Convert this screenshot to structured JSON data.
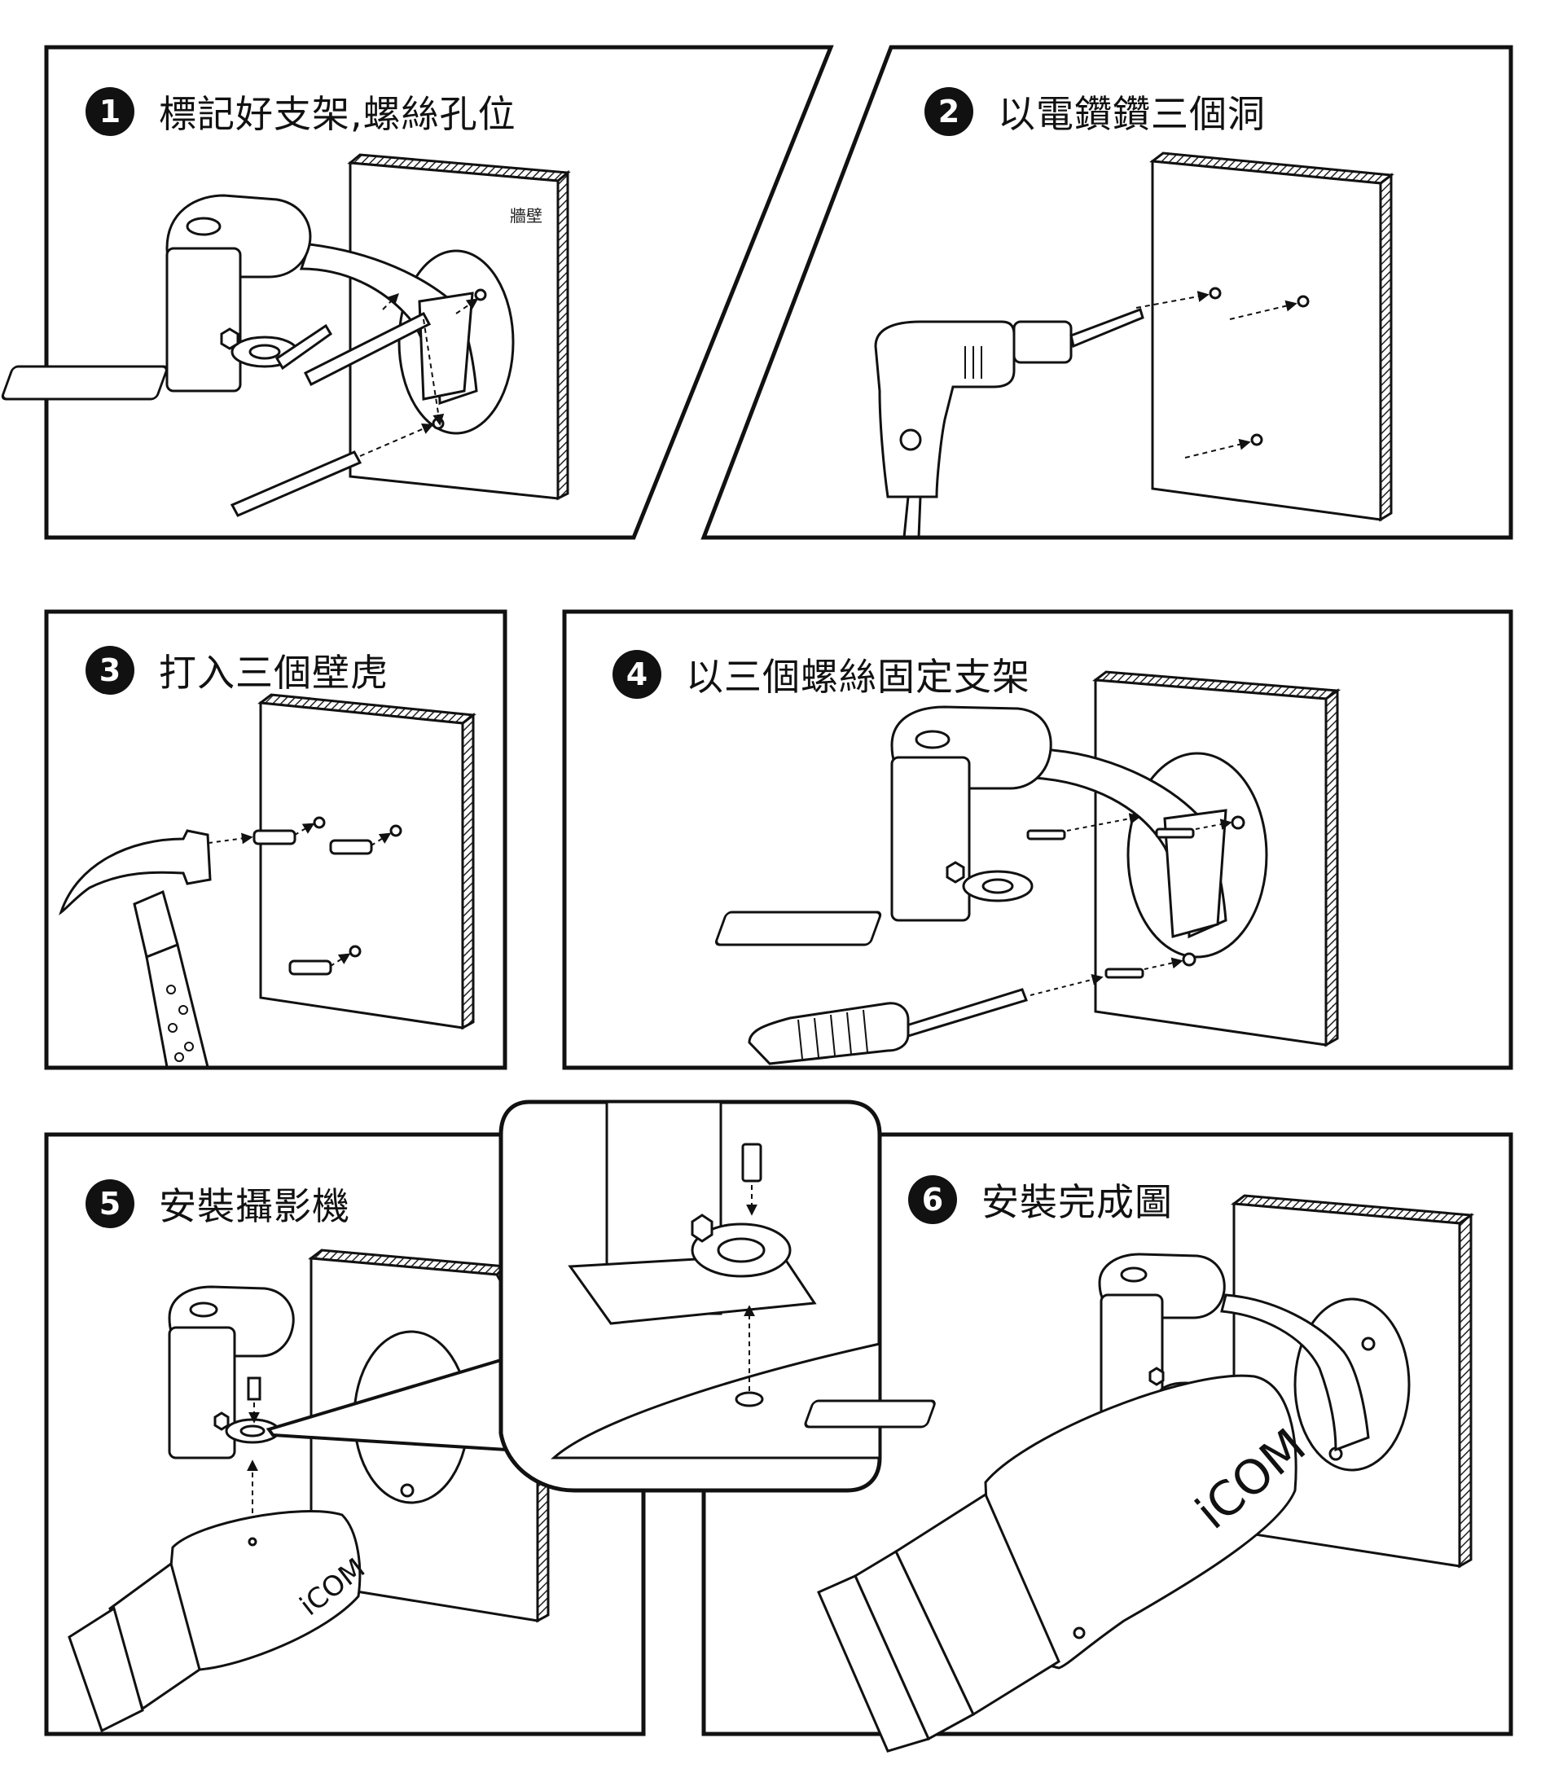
{
  "steps": [
    {
      "number": "1",
      "title": "標記好支架,螺絲孔位",
      "wall_label": "牆壁"
    },
    {
      "number": "2",
      "title": "以電鑽鑽三個洞"
    },
    {
      "number": "3",
      "title": "打入三個壁虎"
    },
    {
      "number": "4",
      "title": "以三個螺絲固定支架"
    },
    {
      "number": "5",
      "title": "安裝攝影機",
      "brand": "iCOM"
    },
    {
      "number": "6",
      "title": "安裝完成圖",
      "brand": "iCOM"
    }
  ],
  "colors": {
    "ink": "#111111",
    "paper": "#ffffff",
    "hatch": "#222222"
  }
}
